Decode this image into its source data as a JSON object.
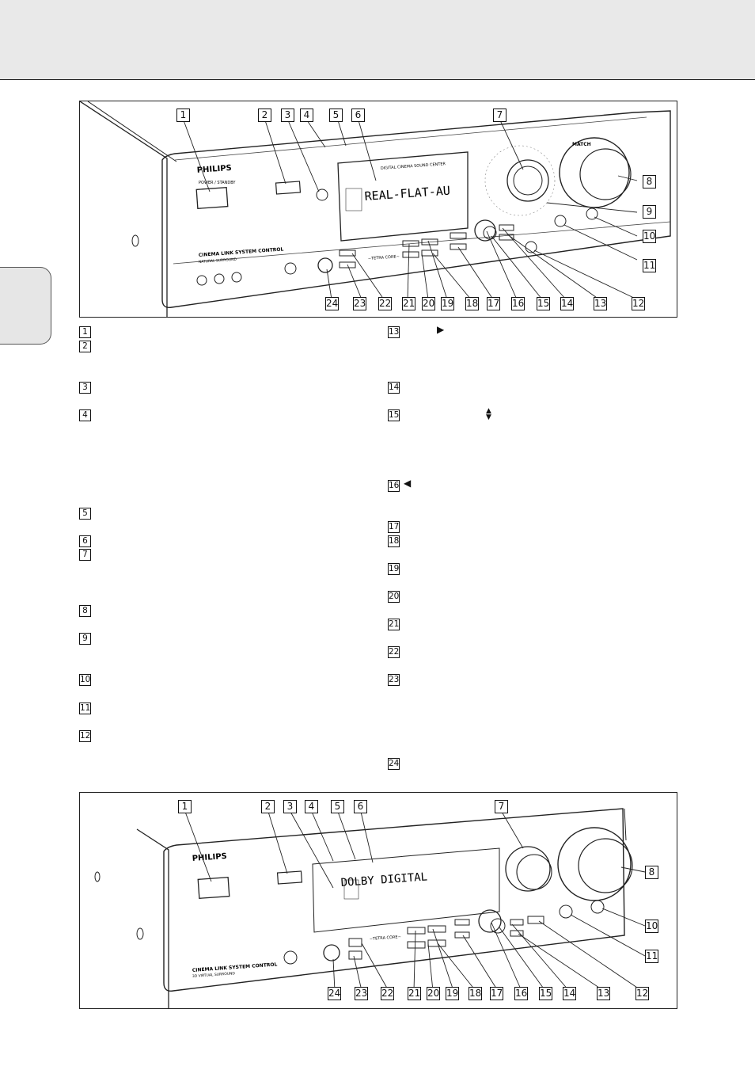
{
  "top_figure": {
    "brand": "PHILIPS",
    "display_header": "DIGITAL CINEMA SOUND CENTER",
    "display_text": "REAL-FLAT-AU",
    "panel_label": "CINEMA LINK SYSTEM CONTROL",
    "panel_sublabel": "NATURAL SURROUND",
    "power_label": "POWER / STANDBY",
    "matchline": "MATCH",
    "tetra_core": "~TETRA CORE~",
    "callouts": [
      "1",
      "2",
      "3",
      "4",
      "5",
      "6",
      "7",
      "8",
      "9",
      "10",
      "11",
      "12",
      "13",
      "14",
      "15",
      "16",
      "17",
      "18",
      "19",
      "20",
      "21",
      "22",
      "23",
      "24"
    ]
  },
  "bottom_figure": {
    "brand": "PHILIPS",
    "display_text": "DOLBY DIGITAL",
    "panel_label": "CINEMA LINK SYSTEM CONTROL",
    "panel_sublabel": "3D VIRTUAL SURROUND",
    "tetra_core": "~TETRA CORE~",
    "callouts": [
      "1",
      "2",
      "3",
      "4",
      "5",
      "6",
      "7",
      "8",
      "10",
      "11",
      "12",
      "13",
      "14",
      "15",
      "16",
      "17",
      "18",
      "19",
      "20",
      "21",
      "22",
      "23",
      "24"
    ]
  },
  "legend": {
    "left": [
      "1",
      "2",
      "3",
      "4",
      "5",
      "6",
      "7",
      "8",
      "9",
      "10",
      "11",
      "12"
    ],
    "right": [
      "13",
      "14",
      "15",
      "16",
      "17",
      "18",
      "19",
      "20",
      "21",
      "22",
      "23",
      "24"
    ],
    "glyphs": {
      "13": "▶",
      "15": "▲▼",
      "16": "◀"
    }
  }
}
